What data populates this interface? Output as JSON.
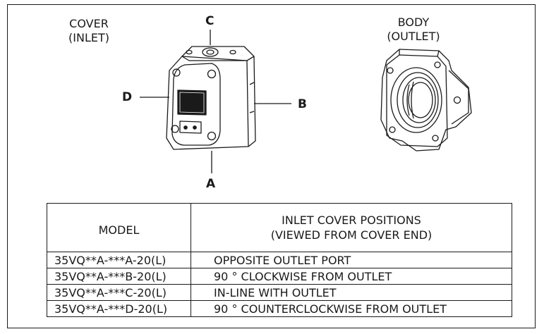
{
  "cover": {
    "label_line1": "COVER",
    "label_line2": "(INLET)"
  },
  "body": {
    "label_line1": "BODY",
    "label_line2": "(OUTLET)"
  },
  "positions": {
    "a": "A",
    "b": "B",
    "c": "C",
    "d": "D"
  },
  "table": {
    "header_model": "MODEL",
    "header_positions_line1": "INLET COVER POSITIONS",
    "header_positions_line2": "(VIEWED FROM COVER END)",
    "rows": [
      {
        "model": "35VQ**A-***A-20(L)",
        "position": "OPPOSITE OUTLET PORT"
      },
      {
        "model": "35VQ**A-***B-20(L)",
        "position": "90 ° CLOCKWISE FROM OUTLET"
      },
      {
        "model": "35VQ**A-***C-20(L)",
        "position": "IN-LINE WITH OUTLET"
      },
      {
        "model": "35VQ**A-***D-20(L)",
        "position": "90 ° COUNTERCLOCKWISE FROM OUTLET"
      }
    ]
  }
}
